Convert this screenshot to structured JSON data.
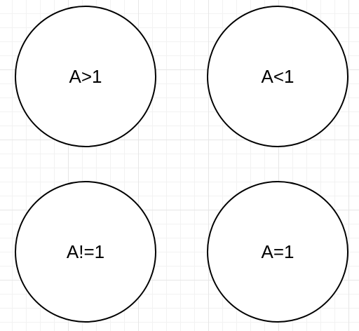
{
  "diagram": {
    "nodes": [
      {
        "id": "a-greater-1",
        "shape": "circle",
        "label": "A>1"
      },
      {
        "id": "a-less-1",
        "shape": "circle",
        "label": "A<1"
      },
      {
        "id": "a-not-equal-1",
        "shape": "circle",
        "label": "A!=1"
      },
      {
        "id": "a-equal-1",
        "shape": "circle",
        "label": "A=1"
      }
    ],
    "colors": {
      "background": "#ffffff",
      "grid": "#e6e6e6",
      "stroke": "#000000",
      "text": "#000000"
    }
  }
}
